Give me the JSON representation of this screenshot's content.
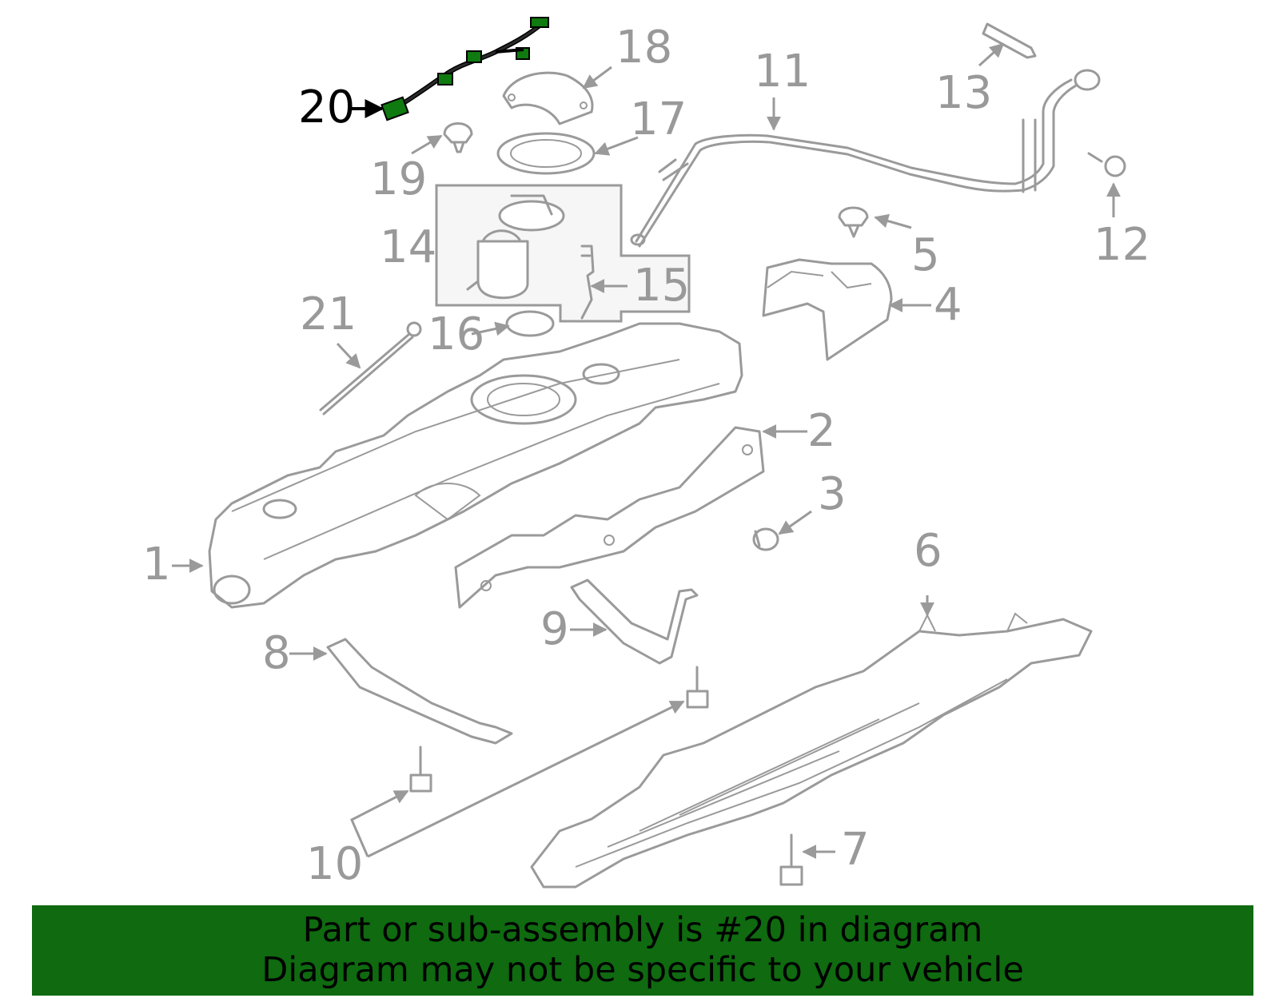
{
  "callouts": [
    "1",
    "2",
    "3",
    "4",
    "5",
    "6",
    "7",
    "8",
    "9",
    "10",
    "11",
    "12",
    "13",
    "14",
    "15",
    "16",
    "17",
    "18",
    "19",
    "20",
    "21"
  ],
  "highlight_part": "20",
  "colors": {
    "highlight": "#0f7a0f",
    "banner": "#0f6a10",
    "parts": "#9a9a9a"
  },
  "banner": {
    "line1": "Part or sub-assembly is #20 in diagram",
    "line2": "Diagram may not be specific to your vehicle"
  }
}
